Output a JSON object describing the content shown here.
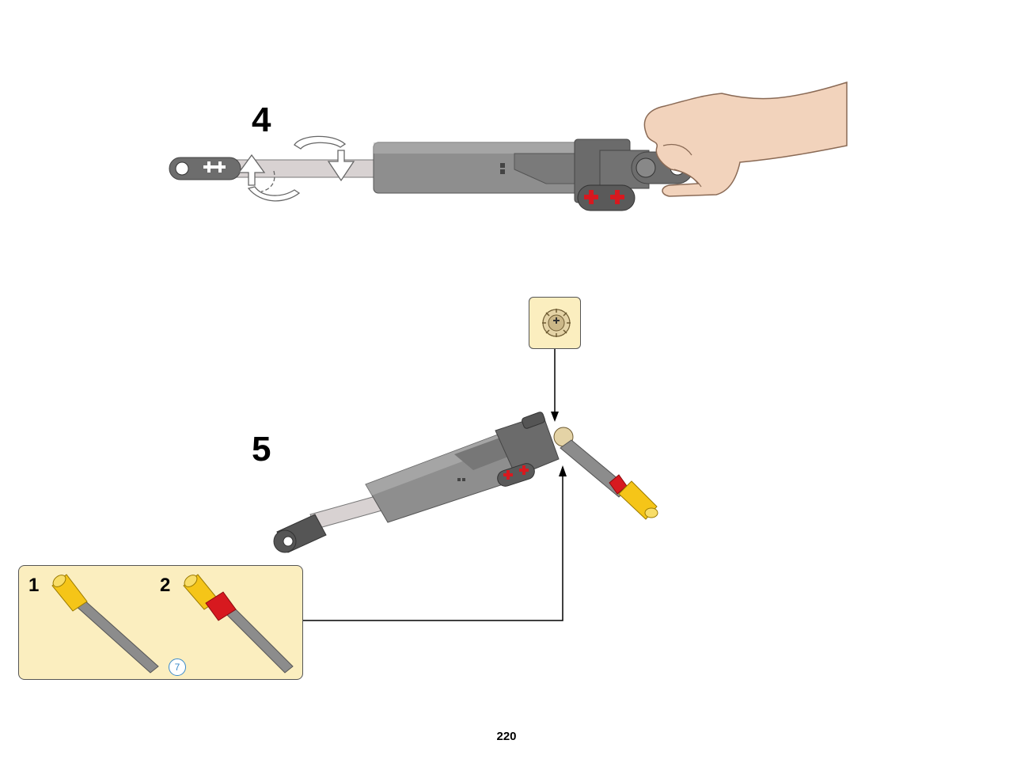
{
  "steps": [
    {
      "number": "4"
    },
    {
      "number": "5"
    }
  ],
  "subassembly": {
    "sub_steps": [
      "1",
      "2"
    ],
    "part_quantity": "7"
  },
  "page_number": "220",
  "colors": {
    "callout_bg": "#fbeebf",
    "actuator_gray": "#8a8a8a",
    "dark_gray": "#5a5a5a",
    "piston_silver": "#d8d2d2",
    "axle_yellow": "#f5c518",
    "bush_red": "#d7191f",
    "skin": "#f2d3bc",
    "arrow_white": "#ffffff"
  },
  "icons": [
    "rotate-arrows-icon",
    "hand-icon",
    "pointer-arrow-icon"
  ]
}
